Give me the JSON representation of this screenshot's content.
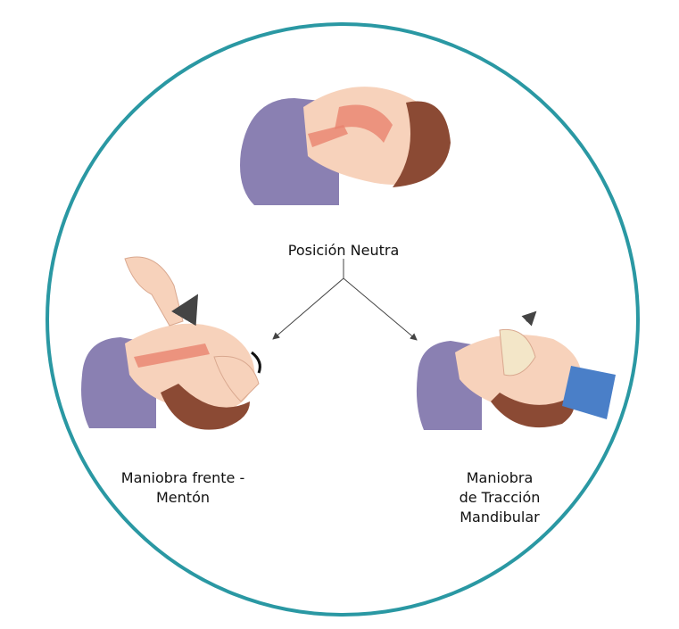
{
  "colors": {
    "ring": "#2a98a3",
    "pillow": "#8a80b2",
    "skin": "#f7d2bb",
    "hair": "#8b4a34",
    "airway": "#e8836f",
    "sleeve": "#4a7fc8"
  },
  "labels": {
    "neutral": "Posición Neutra",
    "head_tilt": "Maniobra frente -\nMentón",
    "jaw_thrust": "Maniobra\nde Tracción\nMandibular"
  }
}
